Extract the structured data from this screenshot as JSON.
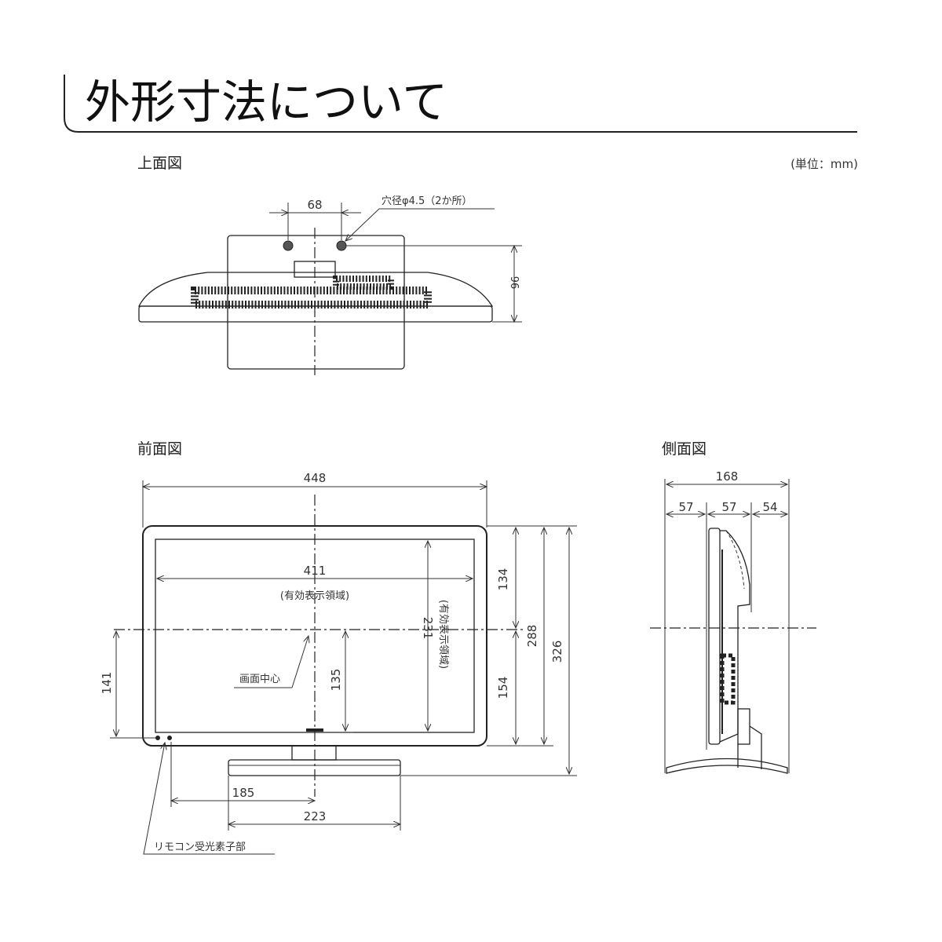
{
  "title": "外形寸法について",
  "unit_label": "(単位：mm)",
  "top_view": {
    "label": "上面図",
    "hole_spacing": "68",
    "hole_note": "穴径φ4.5（2か所）",
    "depth": "96"
  },
  "front_view": {
    "label": "前面図",
    "width": "448",
    "screen_width": "411",
    "screen_width_note": "(有効表示領域)",
    "screen_height": "231",
    "screen_height_note": "(有効表示領域)",
    "upper_height": "134",
    "lower_height": "154",
    "body_height": "288",
    "total_height": "326",
    "center_from_bottom": "141",
    "center_to_screen_bottom": "135",
    "screen_center_label": "画面中心",
    "sensor_offset": "185",
    "stand_width": "223",
    "remote_sensor_label": "リモコン受光素子部"
  },
  "side_view": {
    "label": "側面図",
    "total_depth": "168",
    "segment_1": "57",
    "segment_2": "57",
    "segment_3": "54"
  }
}
